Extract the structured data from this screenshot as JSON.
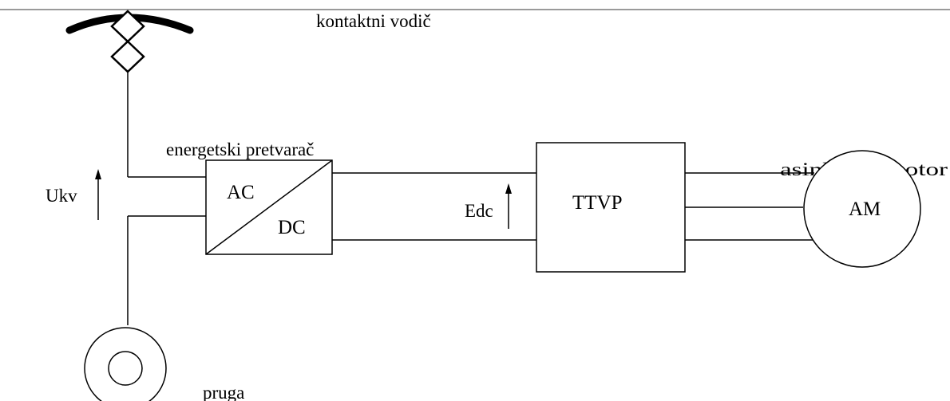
{
  "labels": {
    "contact_wire": "kontaktni vodič",
    "converter": "energetski pretvarač",
    "motor": "asinkroni motor",
    "rail": "pruga",
    "ukv": "Ukv",
    "edc": "Edc"
  },
  "blocks": {
    "converter_ac": "AC",
    "converter_dc": "DC",
    "ttvp": "TTVP",
    "motor": "AM"
  },
  "colors": {
    "line": "#000000",
    "top_rule": "#9a9a9a",
    "background": "#ffffff"
  },
  "icons": {
    "pantograph": "pantograph-icon",
    "rail_wheel": "rail-wheel-icon",
    "voltage_arrow": "arrow-up-icon"
  }
}
